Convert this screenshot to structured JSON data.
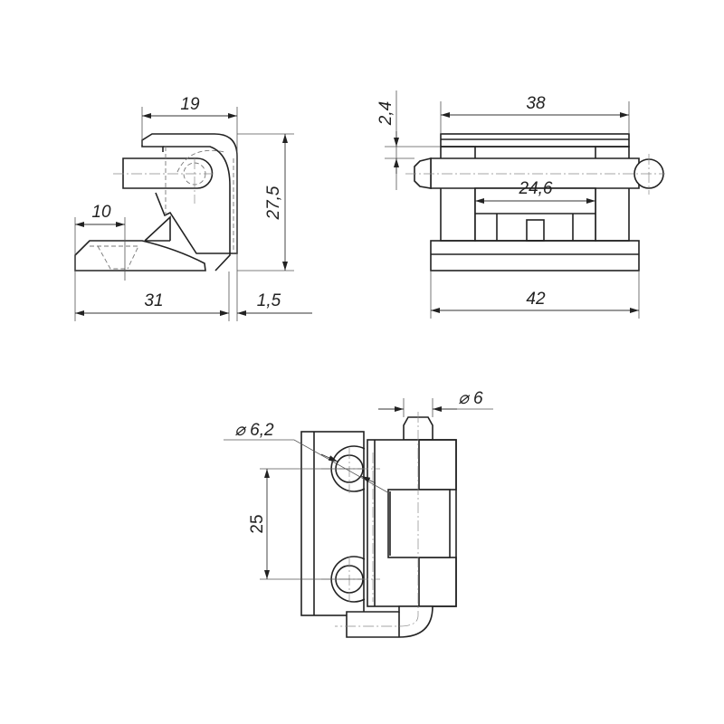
{
  "drawing": {
    "side_view": {
      "dim_width_top": "19",
      "dim_height": "27,5",
      "dim_offset": "10",
      "dim_base": "31",
      "dim_thickness": "1,5"
    },
    "front_view": {
      "dim_top": "38",
      "dim_inner": "24,6",
      "dim_base": "42",
      "dim_gap": "2,4"
    },
    "plan_view": {
      "dim_hole": "⌀ 6,2",
      "dim_pin": "⌀ 6",
      "dim_spacing": "25"
    },
    "colors": {
      "line": "#222222",
      "background": "#ffffff"
    }
  }
}
